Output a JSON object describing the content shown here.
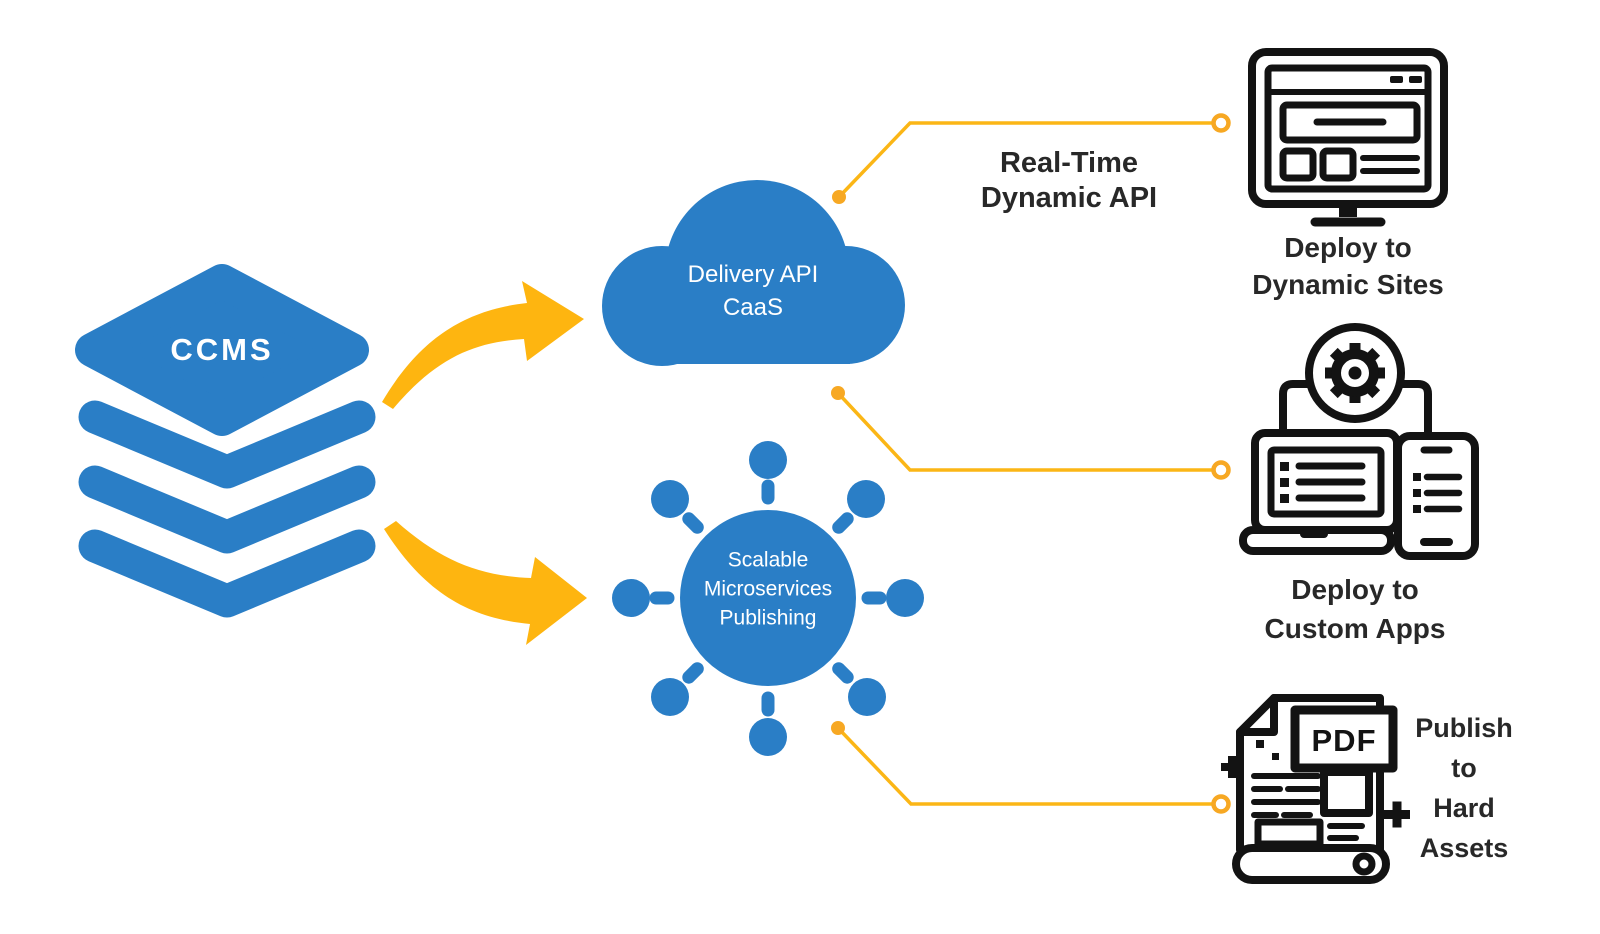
{
  "source": {
    "label": "CCMS"
  },
  "cloud_node": {
    "line1": "Delivery API",
    "line2": "CaaS"
  },
  "hub_node": {
    "line1": "Scalable",
    "line2": "Microservices",
    "line3": "Publishing"
  },
  "api_label": {
    "line1": "Real-Time",
    "line2": "Dynamic API"
  },
  "outputs": {
    "dynamic_sites": {
      "line1": "Deploy to",
      "line2": "Dynamic Sites"
    },
    "custom_apps": {
      "line1": "Deploy to",
      "line2": "Custom Apps"
    },
    "hard_assets": {
      "line1": "Publish",
      "line2": "to",
      "line3": "Hard",
      "line4": "Assets",
      "badge": "PDF"
    }
  },
  "icons": {
    "source": "layered-stack",
    "cloud": "cloud",
    "hub": "hub-with-eight-satellites",
    "flow_arrows": "curved-swoosh-arrow",
    "dynamic_sites": "browser-in-monitor",
    "custom_apps": "laptop-phone-with-gear",
    "hard_assets": "pdf-document-with-plus-signs"
  },
  "colors": {
    "blue": "#2A7EC6",
    "arrow_orange": "#FEB510",
    "connector_orange": "#FBB616",
    "node_dot_orange": "#F7A823",
    "icon_black": "#131313",
    "label_text": "#282828",
    "white_text": "#FFFFFF",
    "background": "#FFFFFF"
  }
}
